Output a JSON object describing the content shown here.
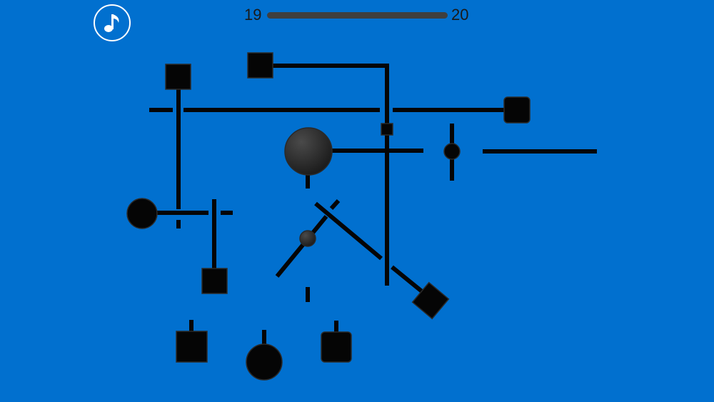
{
  "hud": {
    "music_icon": "music-note-icon",
    "level_current": "19",
    "level_next": "20",
    "progress": 0
  },
  "colors": {
    "background": "#0170cf",
    "piece_fill": "#050505",
    "piece_highlight": "#3a3a3a",
    "progress_track": "#3f3f3f",
    "icon_stroke": "#ffffff"
  },
  "board": {
    "pieces": [
      "square",
      "square",
      "rounded-square",
      "small-square",
      "large-circle",
      "small-circle",
      "circle",
      "small-circle",
      "square",
      "rotated-square",
      "square",
      "circle",
      "rounded-square"
    ]
  }
}
